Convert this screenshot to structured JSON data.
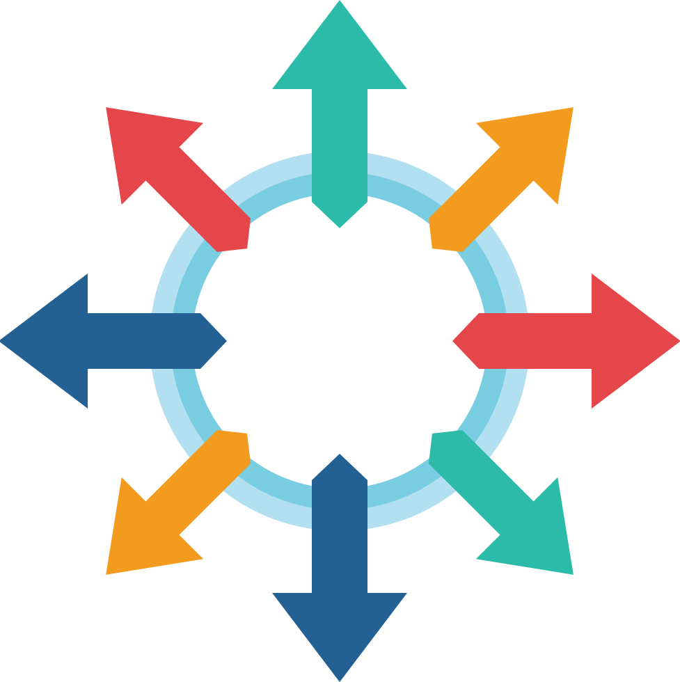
{
  "graphic": {
    "name": "arrows-radiating-from-circle-icon",
    "ring_colors": {
      "outer": "#B3E0F0",
      "inner": "#78CDE0",
      "center": "#FFFFFF"
    },
    "arrows": [
      {
        "name": "arrow-up-icon",
        "direction": "up",
        "color": "#2BBBA8"
      },
      {
        "name": "arrow-up-right-icon",
        "direction": "up-right",
        "color": "#F29B1F"
      },
      {
        "name": "arrow-right-icon",
        "direction": "right",
        "color": "#E4464A"
      },
      {
        "name": "arrow-down-right-icon",
        "direction": "down-right",
        "color": "#2BBBA8"
      },
      {
        "name": "arrow-down-icon",
        "direction": "down",
        "color": "#236093"
      },
      {
        "name": "arrow-down-left-icon",
        "direction": "down-left",
        "color": "#F29B1F"
      },
      {
        "name": "arrow-left-icon",
        "direction": "left",
        "color": "#236093"
      },
      {
        "name": "arrow-up-left-icon",
        "direction": "up-left",
        "color": "#E4464A"
      }
    ]
  }
}
